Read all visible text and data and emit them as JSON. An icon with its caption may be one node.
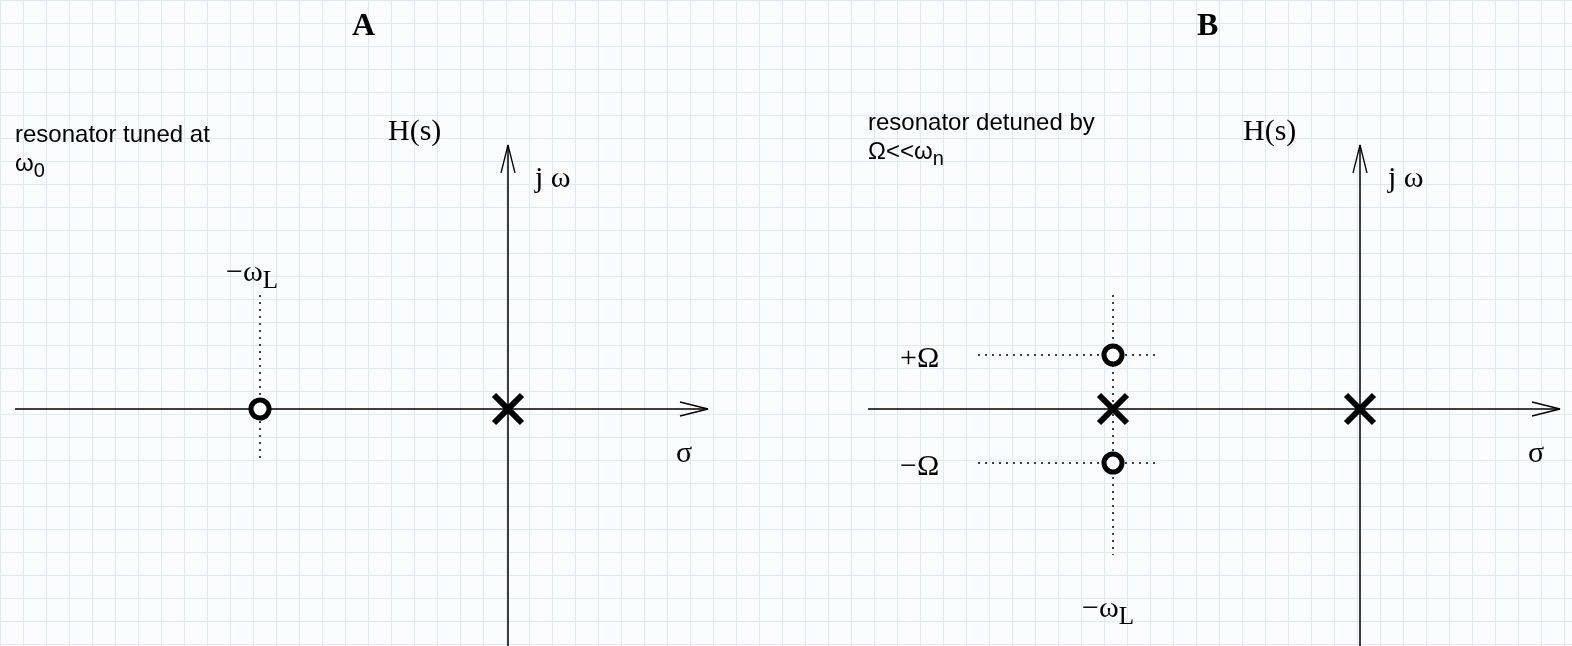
{
  "diagram": {
    "labels": [
      "A",
      "B",
      "resonator tuned at ω$_{0}$",
      "resonator detuned by Ω<<ω$_{n}$",
      "H(s)",
      "H(s)",
      "j ω",
      "j ω",
      "−ω$_{L}$",
      "+Ω",
      "σ",
      "−Ω",
      "σ",
      "−ω$_{L}$"
    ]
  }
}
